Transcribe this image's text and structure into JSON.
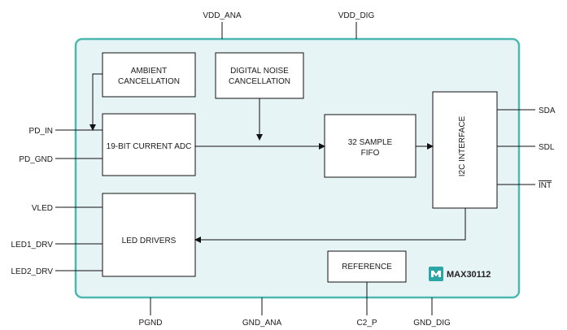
{
  "chip": {
    "part_number": "MAX30112",
    "logo_color": "#2aa6a6",
    "border_color": "#4db8b0",
    "fill_color": "#e6f4f6"
  },
  "blocks": {
    "ambient_cancellation": [
      "AMBIENT",
      "CANCELLATION"
    ],
    "digital_noise_cancellation": [
      "DIGITAL NOISE",
      "CANCELLATION"
    ],
    "current_adc": [
      "19-BIT CURRENT ADC"
    ],
    "fifo": [
      "32 SAMPLE",
      "FIFO"
    ],
    "i2c_interface": "I2C INTERFACE",
    "led_drivers": [
      "LED DRIVERS"
    ],
    "reference": [
      "REFERENCE"
    ]
  },
  "pins": {
    "top": [
      "VDD_ANA",
      "VDD_DIG"
    ],
    "left": [
      "PD_IN",
      "PD_GND",
      "VLED",
      "LED1_DRV",
      "LED2_DRV"
    ],
    "right": [
      "SDA",
      "SDL",
      "INT"
    ],
    "bottom": [
      "PGND",
      "GND_ANA",
      "C2_P",
      "GND_DIG"
    ]
  }
}
